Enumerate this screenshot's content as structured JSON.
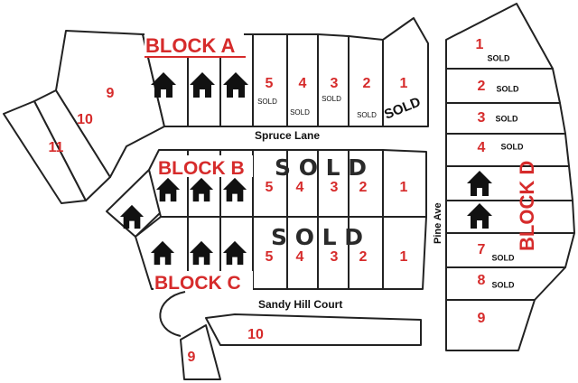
{
  "blocks": {
    "a": "BLOCK A",
    "b": "BLOCK B",
    "c": "BLOCK C",
    "d": "BLOCK D"
  },
  "streets": {
    "spruce": "Spruce Lane",
    "sandy": "Sandy Hill Court",
    "pine": "Pine Ave"
  },
  "block_a": {
    "lot_5": "5",
    "lot_4": "4",
    "lot_3": "3",
    "lot_2": "2",
    "lot_1": "1",
    "lot_9": "9",
    "lot_10": "10",
    "lot_11": "11",
    "sold_5": "SOLD",
    "sold_4": "SOLD",
    "sold_3": "SOLD",
    "sold_2": "SOLD",
    "sold_1": "SOLD"
  },
  "block_b": {
    "lot_5": "5",
    "lot_4": "4",
    "lot_3": "3",
    "lot_2": "2",
    "lot_1": "1",
    "sold_banner": "S O L D"
  },
  "block_c": {
    "lot_5": "5",
    "lot_4": "4",
    "lot_3": "3",
    "lot_2": "2",
    "lot_1": "1",
    "lot_9": "9",
    "lot_10": "10",
    "sold_banner": "S O L D"
  },
  "block_d": {
    "lot_1": "1",
    "lot_2": "2",
    "lot_3": "3",
    "lot_4": "4",
    "lot_7": "7",
    "lot_8": "8",
    "lot_9": "9",
    "sold_1": "SOLD",
    "sold_2": "SOLD",
    "sold_3": "SOLD",
    "sold_4": "SOLD",
    "sold_7": "SOLD",
    "sold_8": "SOLD"
  },
  "colors": {
    "lot_number": "#d62b2b",
    "line": "#222222",
    "house": "#111111"
  },
  "icons": {
    "house": "house-icon"
  }
}
